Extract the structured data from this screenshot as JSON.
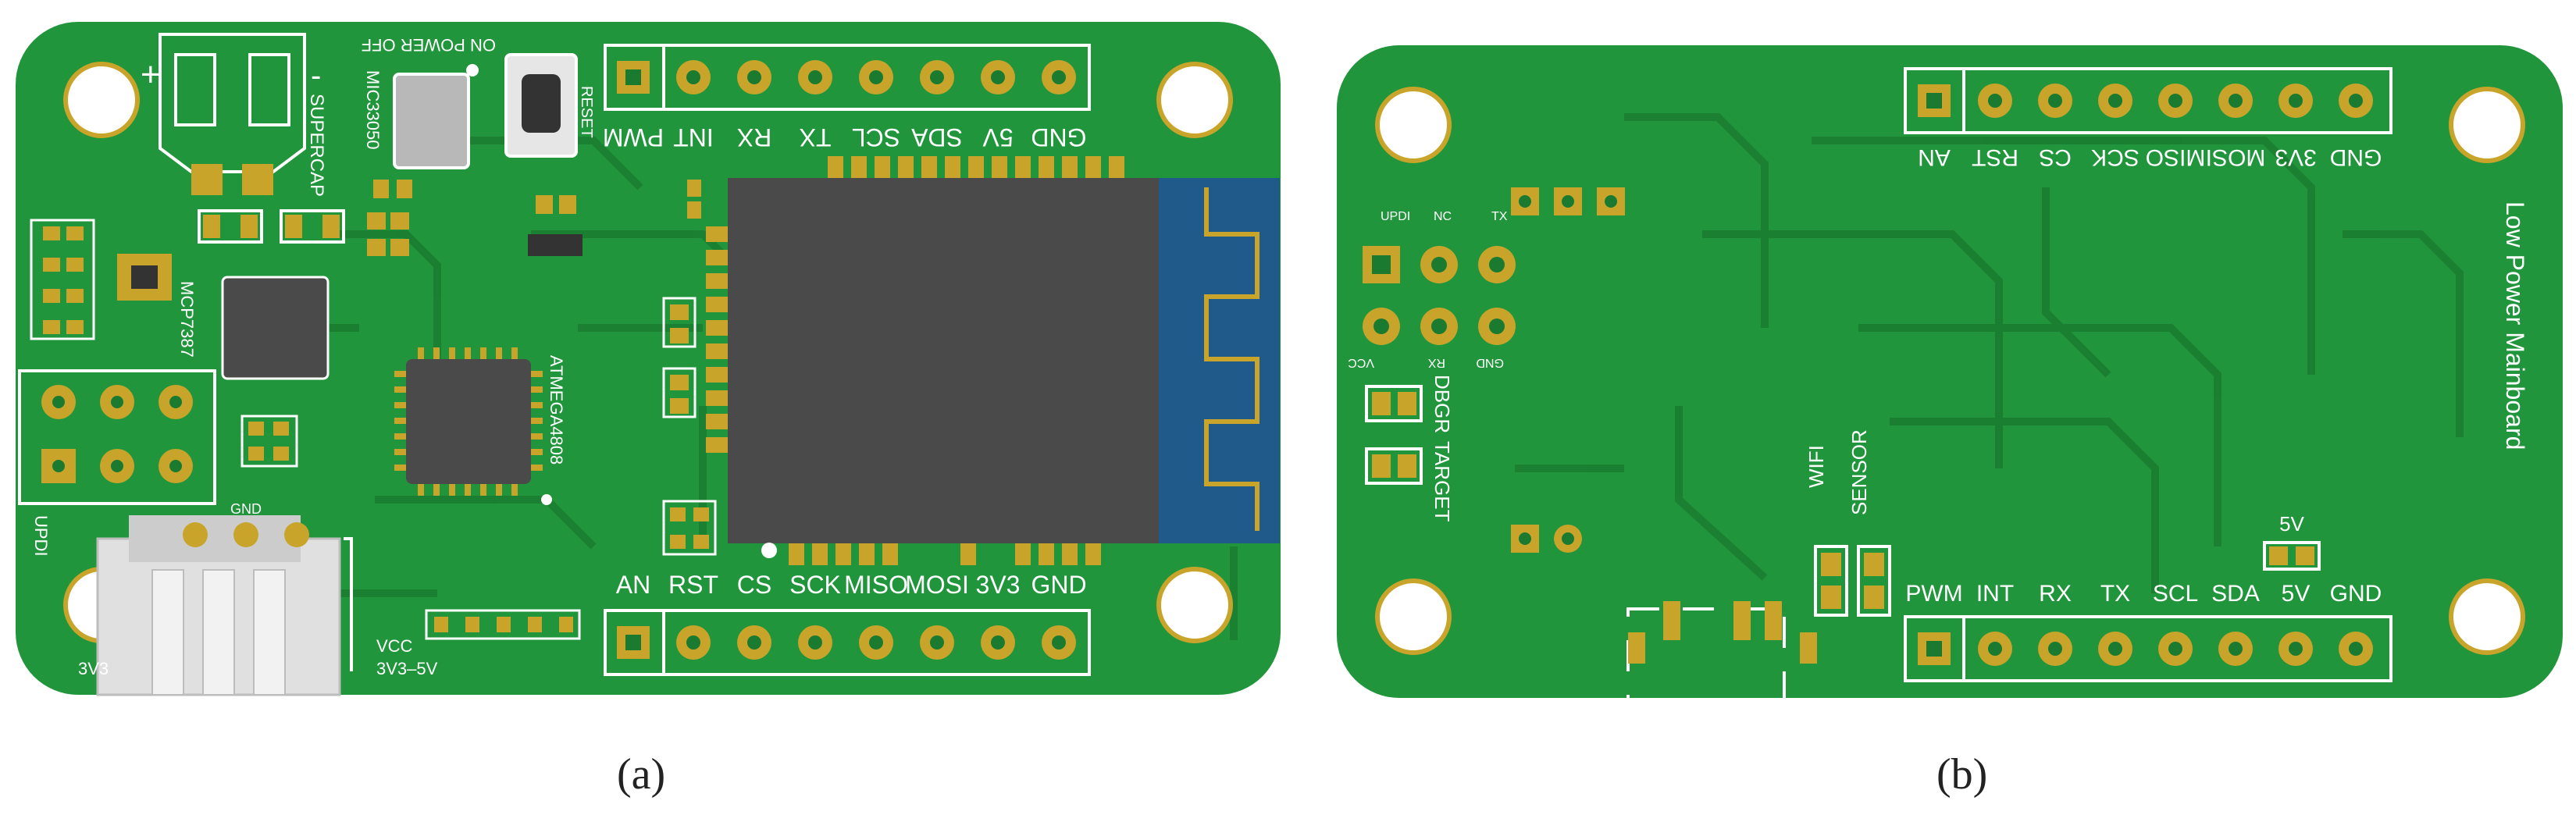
{
  "figure": {
    "captions": {
      "a": "(a)",
      "b": "(b)"
    }
  },
  "front": {
    "header_top": [
      "PWM",
      "INT",
      "RX",
      "TX",
      "SCL",
      "SDA",
      "5V",
      "GND"
    ],
    "header_bottom": [
      "AN",
      "RST",
      "CS",
      "SCK",
      "MISO",
      "MOSI",
      "3V3",
      "GND"
    ],
    "labels": {
      "supercap": "SUPERCAP",
      "plus": "+",
      "minus": "-",
      "mic": "MIC33050",
      "power": "ON   POWER   OFF",
      "reset": "RESET",
      "mcp": "MCP7387",
      "atmega": "ATMEGA4808",
      "updi": "UPDI",
      "gnd": "GND",
      "vcc": "VCC",
      "vrange": "3V3–5V",
      "v33": "3V3"
    }
  },
  "back": {
    "header_top": [
      "AN",
      "RST",
      "CS",
      "SCK",
      "MISO",
      "MOSI",
      "3V3",
      "GND"
    ],
    "header_bottom": [
      "PWM",
      "INT",
      "RX",
      "TX",
      "SCL",
      "SDA",
      "5V",
      "GND"
    ],
    "labels": {
      "title": "Low Power Mainboard",
      "updi": "UPDI",
      "nc": "NC",
      "tx": "TX",
      "vcc": "VCC",
      "rx": "RX",
      "gnd": "GND",
      "dbgr": "DBGR",
      "target": "TARGET",
      "wifi": "WIFI",
      "sensor": "SENSOR",
      "v5": "5V"
    }
  },
  "colors": {
    "board": "#21953c",
    "board_dark": "#1a7a30",
    "pad": "#c8a52a",
    "silk": "#ffffff",
    "chip": "#4a4a4a",
    "antenna": "#1f5a8a"
  }
}
